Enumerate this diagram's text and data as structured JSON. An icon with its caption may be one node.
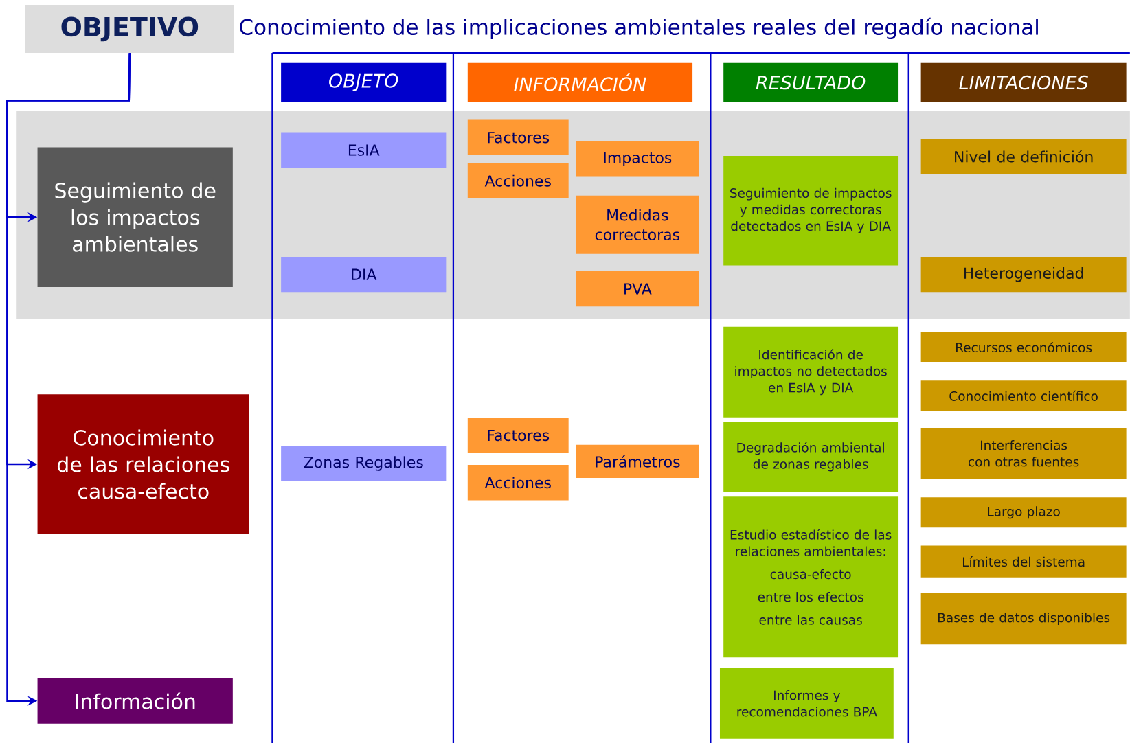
{
  "diagram": {
    "title": "Conocimiento de las implicaciones ambientales reales del regadío nacional",
    "nodes": [
      {
        "text": [
          "OBJETIVO"
        ]
      },
      {
        "text": [
          "Seguimiento de los impactos ambientales"
        ]
      },
      {
        "text": [
          "Conocimiento de las relaciones causa-efecto"
        ]
      },
      {
        "text": [
          "Información"
        ]
      },
      {
        "text": [
          "OBJETO"
        ]
      },
      {
        "text": [
          "INFORMACIÓN"
        ]
      },
      {
        "text": [
          "RESULTADO"
        ]
      },
      {
        "text": [
          "LIMITACIONES"
        ]
      },
      {
        "text": [
          "EsIA"
        ]
      },
      {
        "text": [
          "DIA"
        ]
      },
      {
        "text": [
          "Zonas Regables"
        ]
      },
      {
        "text": [
          "Factores"
        ]
      },
      {
        "text": [
          "Acciones"
        ]
      },
      {
        "text": [
          "Impactos"
        ]
      },
      {
        "text": [
          "Medidas correctoras"
        ]
      },
      {
        "text": [
          "PVA"
        ]
      },
      {
        "text": [
          "Factores"
        ]
      },
      {
        "text": [
          "Acciones"
        ]
      },
      {
        "text": [
          "Parámetros"
        ]
      },
      {
        "text": [
          "Seguimiento de impactos y medidas correctoras detectados en EsIA y DIA"
        ]
      },
      {
        "text": [
          "Identificación de impactos no detectados en EsIA y DIA"
        ]
      },
      {
        "text": [
          "Degradación ambiental de zonas regables"
        ]
      },
      {
        "text": [
          "Estudio estadístico de las relaciones ambientales:",
          "causa-efecto",
          "entre los efectos",
          "entre las causas"
        ]
      },
      {
        "text": [
          "Informes y recomendaciones BPA"
        ]
      },
      {
        "text": [
          "Nivel de definición"
        ]
      },
      {
        "text": [
          "Heterogeneidad"
        ]
      },
      {
        "text": [
          "Recursos económicos"
        ]
      },
      {
        "text": [
          "Conocimiento científico"
        ]
      },
      {
        "text": [
          "Interferencias con otras fuentes"
        ]
      },
      {
        "text": [
          "Largo plazo"
        ]
      },
      {
        "text": [
          "Límites del sistema"
        ]
      },
      {
        "text": [
          "Bases de datos disponibles"
        ]
      }
    ],
    "edges": [
      {
        "from": 0,
        "to": 1,
        "arrow": "to"
      },
      {
        "from": 0,
        "to": 2,
        "arrow": "to"
      },
      {
        "from": 0,
        "to": 3,
        "arrow": "to"
      }
    ]
  }
}
